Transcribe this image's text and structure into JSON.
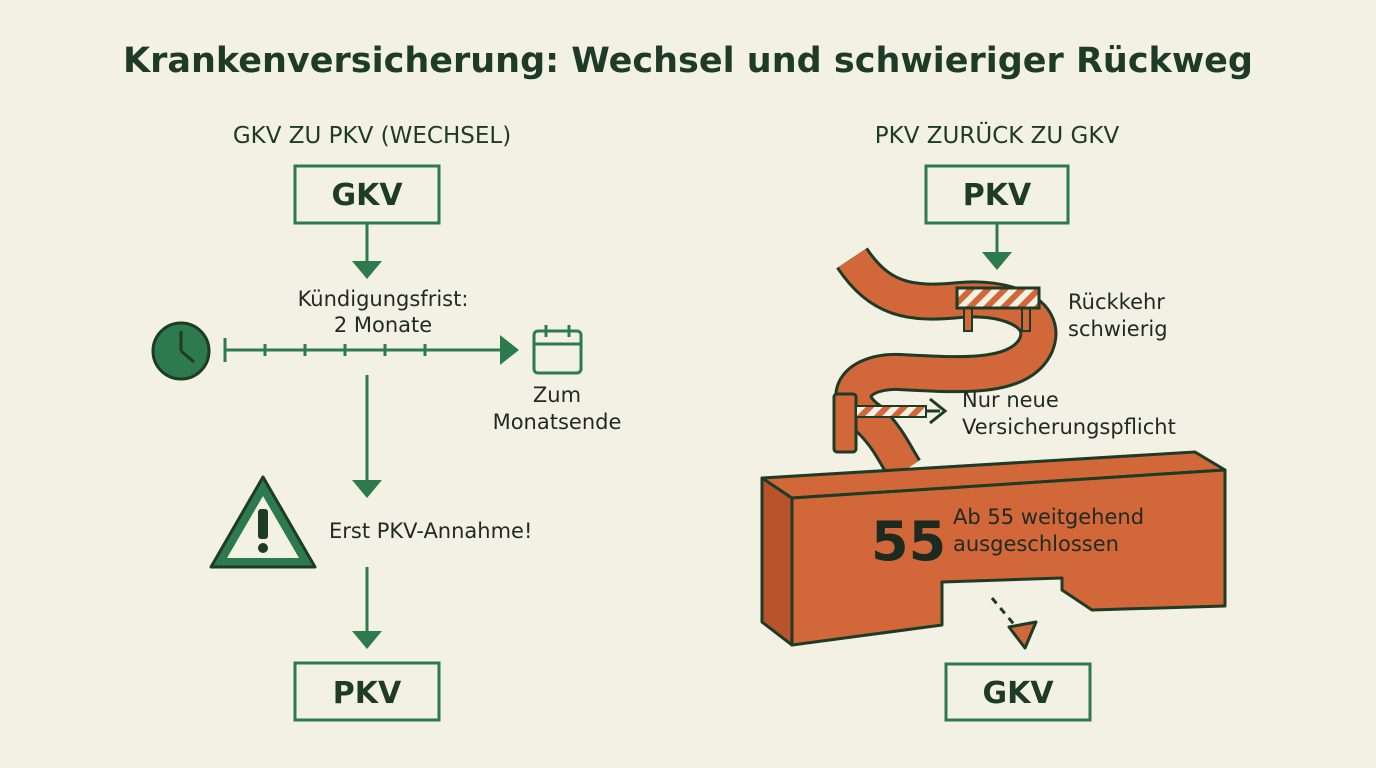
{
  "title": "Krankenversicherung: Wechsel und schwieriger Rückweg",
  "left": {
    "heading": "GKV ZU PKV (WECHSEL)",
    "start_box": "GKV",
    "notice_line1": "Kündigungsfrist:",
    "notice_line2": "2 Monate",
    "month_end_line1": "Zum",
    "month_end_line2": "Monatsende",
    "warning": "Erst PKV-Annahme!",
    "end_box": "PKV",
    "icons": [
      "clock-icon",
      "calendar-icon",
      "warning-icon"
    ]
  },
  "right": {
    "heading": "PKV ZURÜCK ZU GKV",
    "start_box": "PKV",
    "return_line1": "Rückkehr",
    "return_line2": "schwierig",
    "obligation_line1": "Nur neue",
    "obligation_line2": "Versicherungspflicht",
    "age": "55",
    "age_line1": "Ab 55 weitgehend",
    "age_line2": "ausgeschlossen",
    "end_box": "GKV",
    "icons": [
      "barrier-icon",
      "gate-icon"
    ]
  },
  "colors": {
    "background": "#f3f0e4",
    "green": "#2e7a4f",
    "dark_green": "#1d3b25",
    "orange": "#d2673a",
    "orange_dark": "#b8532b"
  }
}
